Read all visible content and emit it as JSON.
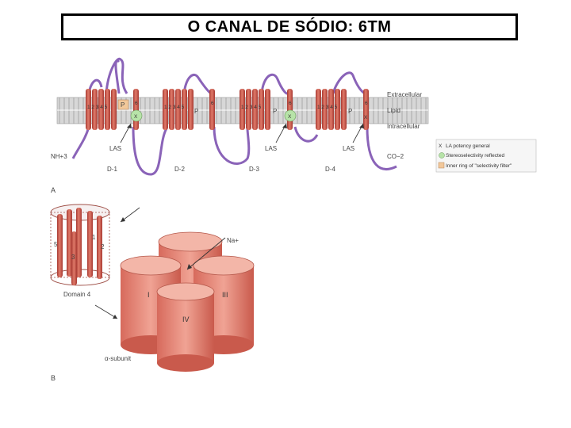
{
  "title": "O CANAL DE SÓDIO: 6TM",
  "panel_a": {
    "label": "A",
    "membrane_labels": {
      "extracellular": "Extracellular",
      "lipid": "Lipid",
      "intracellular": "Intracellular"
    },
    "helix_numbers": "1 2 3 4 5",
    "segment_6": "6",
    "pore_loop": "P",
    "las": "LAS",
    "n_terminus": "NH+3",
    "c_terminus": "CO−2",
    "domains": [
      "D-1",
      "D-2",
      "D-3",
      "D-4"
    ],
    "legend": [
      {
        "symbol": "X",
        "text": "LA potency general",
        "color": "#ffffff"
      },
      {
        "symbol": "",
        "text": "Stereoselectivity reflected",
        "color": "#b7e3a8"
      },
      {
        "symbol": "",
        "text": "Inner ring of \"selectivity filter\"",
        "color": "#f2c89a"
      }
    ]
  },
  "panel_b": {
    "label": "B",
    "helix_labels": [
      "5",
      "1",
      "2",
      "3"
    ],
    "domain_caption": "Domain 4",
    "ion": "Na+",
    "cylinders": [
      "I",
      "III",
      "IV"
    ],
    "subunit": "α-subunit"
  }
}
